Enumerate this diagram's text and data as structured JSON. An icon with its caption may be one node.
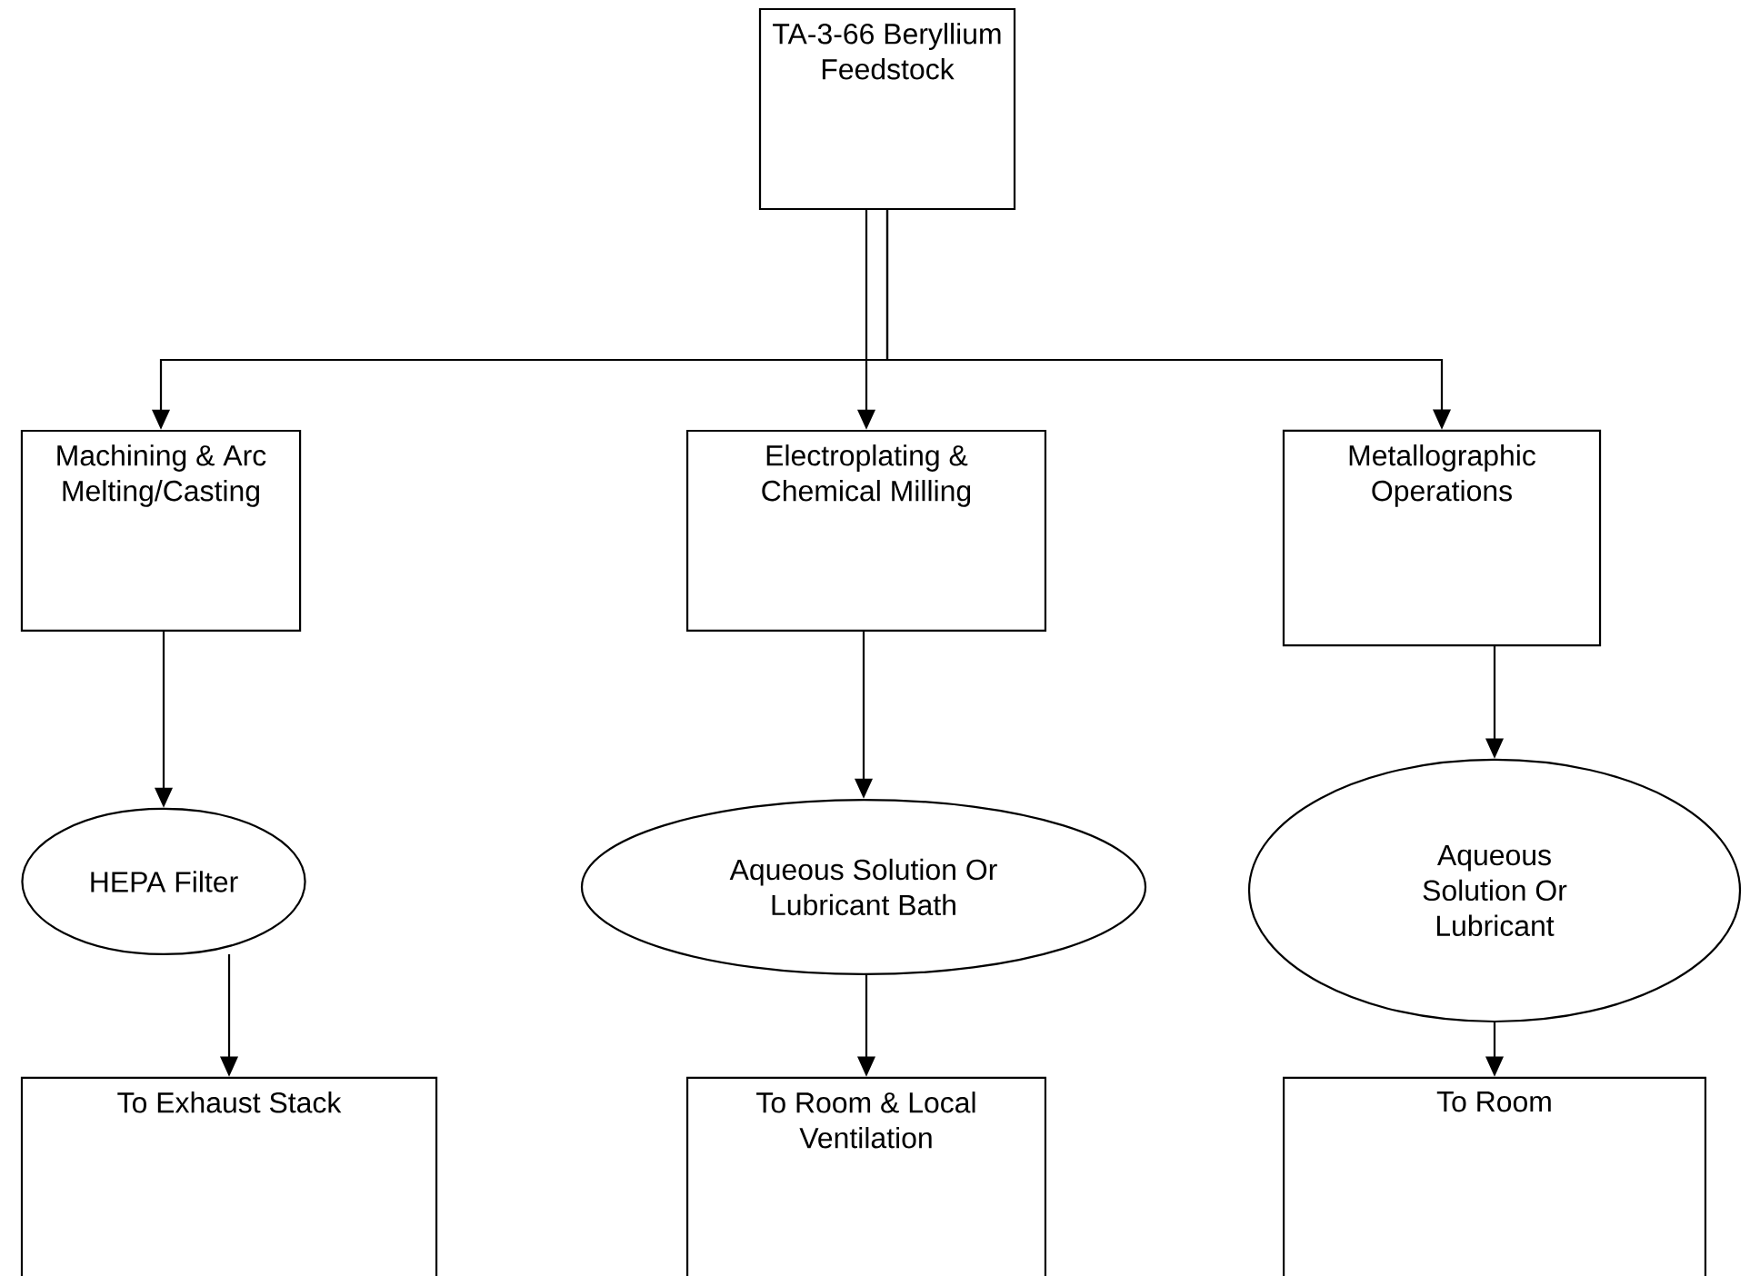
{
  "diagram": {
    "nodes": [
      {
        "text": [
          "TA-3-66 Beryllium Feedstock"
        ]
      },
      {
        "text": [
          "Machining & Arc Melting/Casting"
        ]
      },
      {
        "text": [
          "Electroplating & Chemical Milling"
        ]
      },
      {
        "text": [
          "Metallographic Operations"
        ]
      },
      {
        "text": [
          "HEPA Filter"
        ]
      },
      {
        "text": [
          "Aqueous Solution Or Lubricant Bath"
        ]
      },
      {
        "text": [
          "Aqueous Solution Or Lubricant"
        ]
      },
      {
        "text": [
          "To Exhaust Stack"
        ]
      },
      {
        "text": [
          "To Room & Local Ventilation"
        ]
      },
      {
        "text": [
          "To Room"
        ]
      }
    ],
    "edges": [
      {
        "from": 0,
        "to": 1,
        "arrow": "to"
      },
      {
        "from": 0,
        "to": 2,
        "arrow": "to"
      },
      {
        "from": 0,
        "to": 3,
        "arrow": "to"
      },
      {
        "from": 1,
        "to": 4,
        "arrow": "to"
      },
      {
        "from": 2,
        "to": 5,
        "arrow": "to"
      },
      {
        "from": 3,
        "to": 6,
        "arrow": "to"
      },
      {
        "from": 4,
        "to": 7,
        "arrow": "to"
      },
      {
        "from": 5,
        "to": 8,
        "arrow": "to"
      },
      {
        "from": 6,
        "to": 9,
        "arrow": "to"
      }
    ]
  }
}
